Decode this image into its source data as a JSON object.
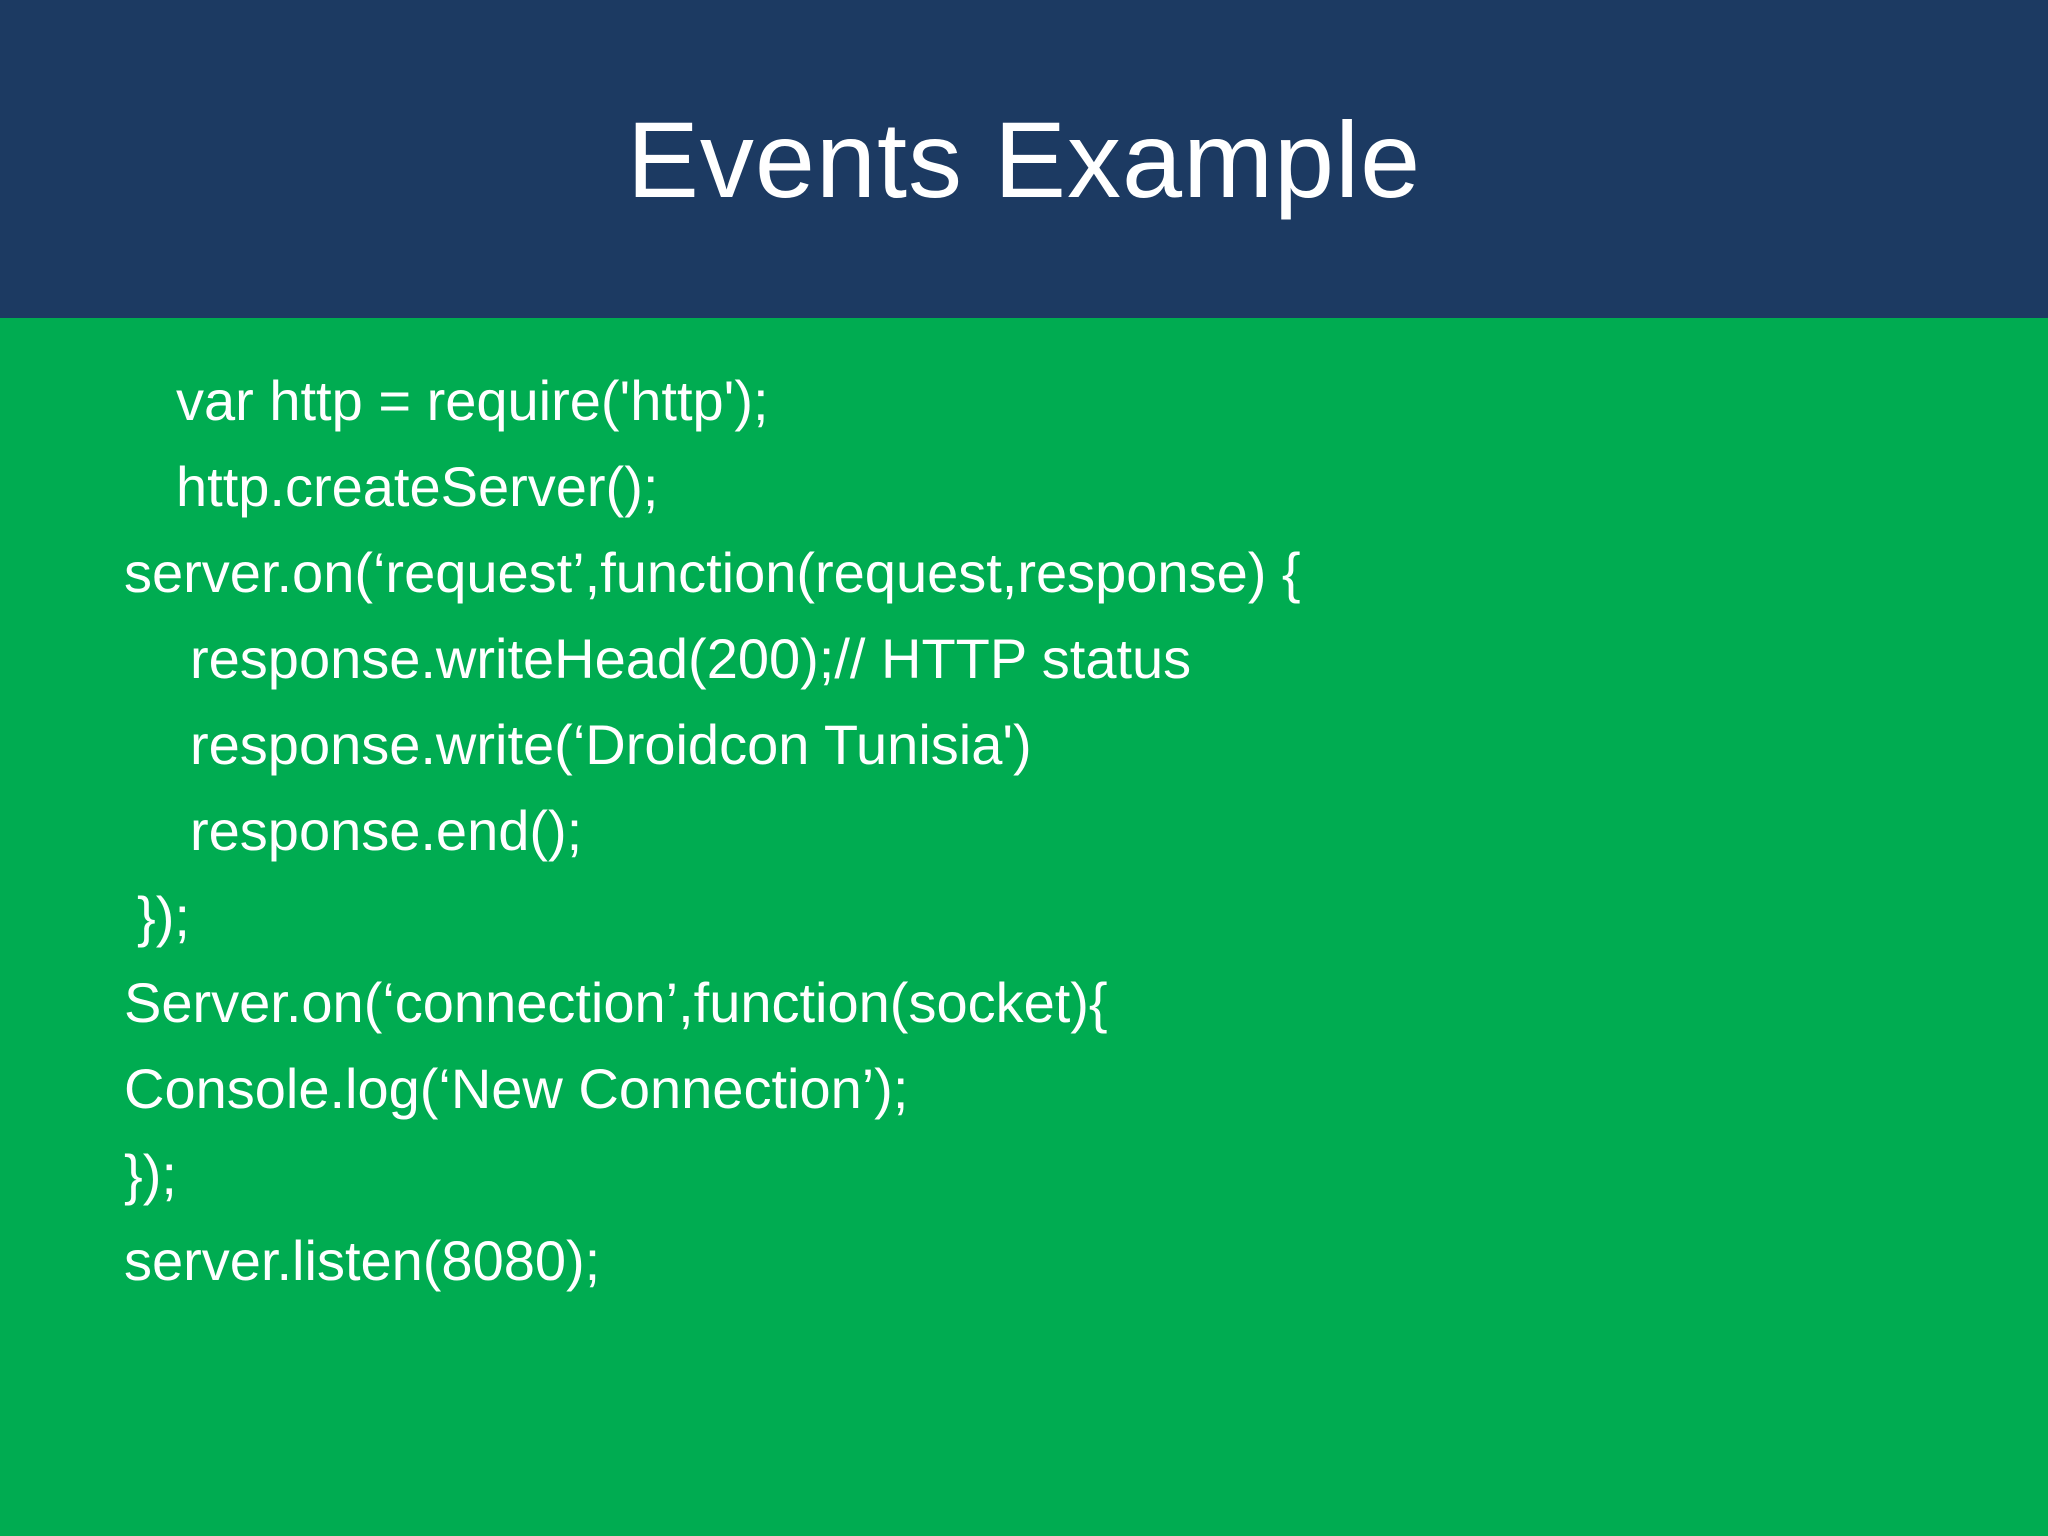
{
  "slide": {
    "title": "Events Example",
    "code_lines": [
      "var http = require('http');",
      "http.createServer();",
      "server.on(‘request’,function(request,response) {",
      "response.writeHead(200);// HTTP status",
      "response.write(‘Droidcon Tunisia')",
      "response.end();",
      "});",
      "Server.on(‘connection’,function(socket){",
      "Console.log(‘New Connection’);",
      "});",
      "server.listen(8080);"
    ]
  },
  "colors": {
    "header_bg": "#1C3A62",
    "body_bg": "#00AC51",
    "text_color": "#FFFFFF"
  }
}
